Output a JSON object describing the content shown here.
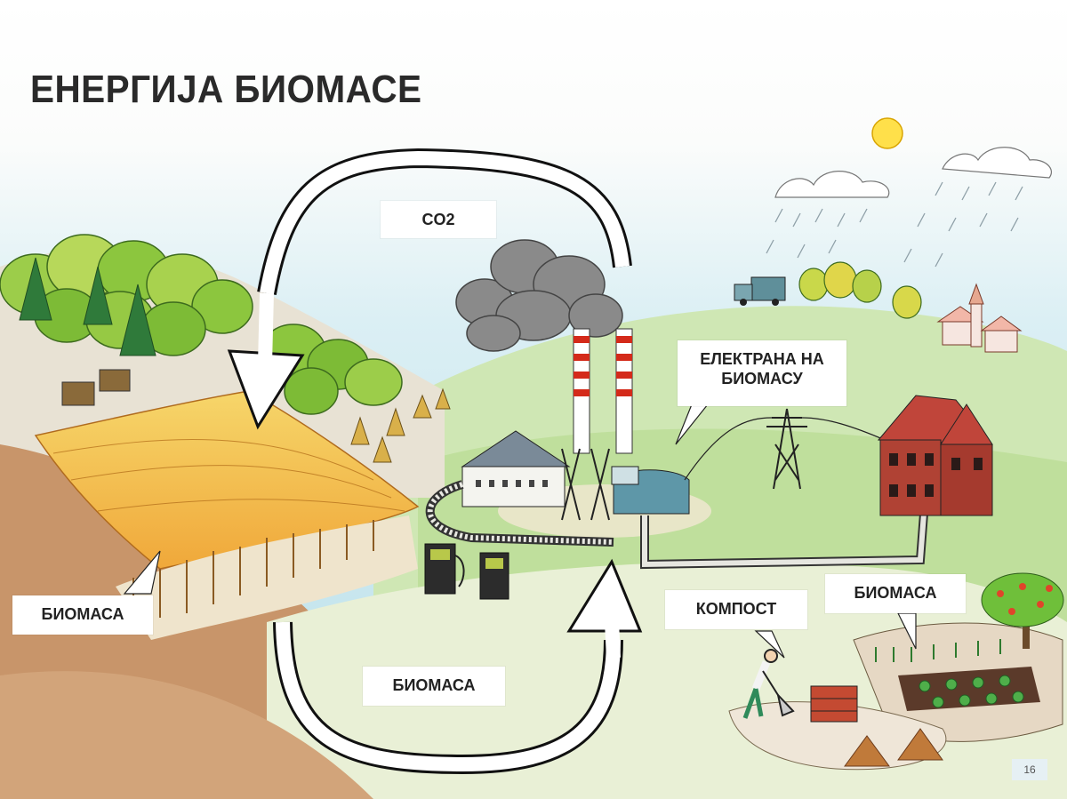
{
  "title": "ЕНЕРГИЈА БИОМАСЕ",
  "labels": {
    "co2": "CO2",
    "power_plant": "ЕЛЕКТРАНА НА БИОМАСУ",
    "biomass_left": "БИОМАСА",
    "biomass_bottom": "БИОМАСА",
    "compost": "КОМПОСТ",
    "biomass_right": "БИОМАСА"
  },
  "page_number": "16"
}
